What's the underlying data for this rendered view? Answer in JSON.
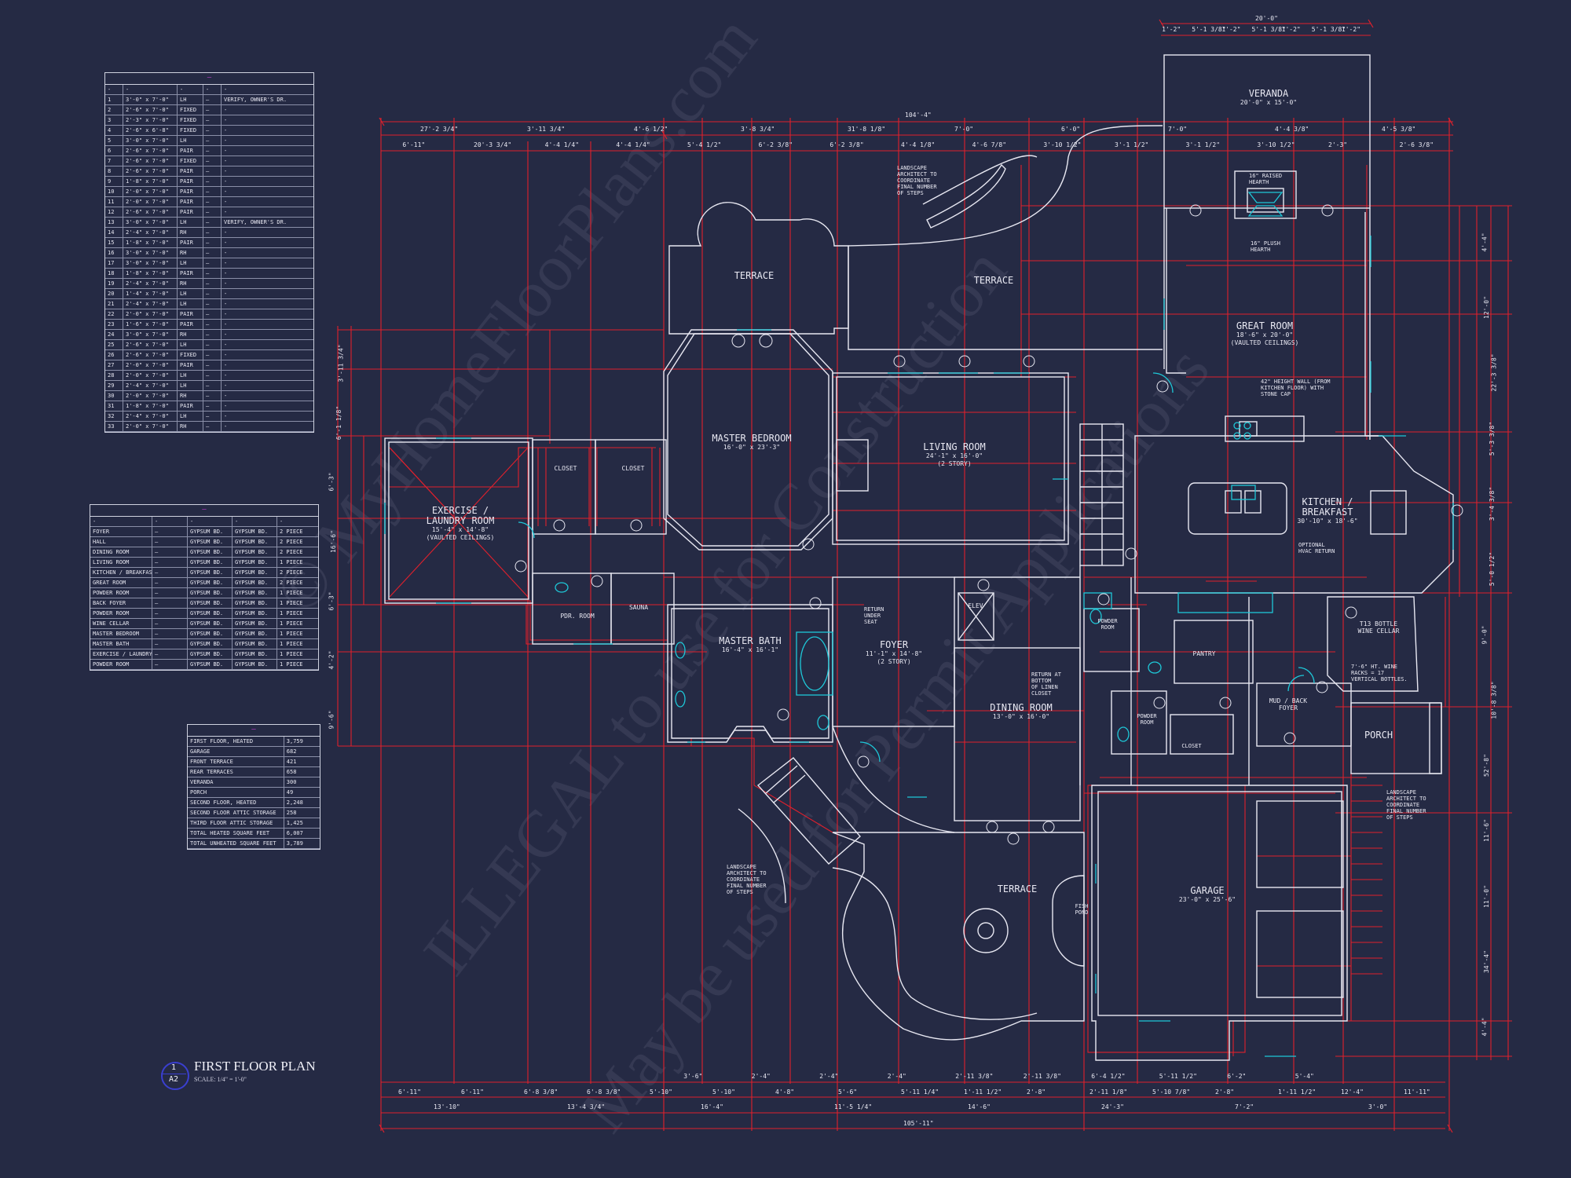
{
  "colors": {
    "background": "#252a44",
    "walls": "#e8e8f2",
    "dimension": "#e0202c",
    "fixtures": "#1ec8d8",
    "title_circle": "#3a3fd0"
  },
  "door_schedule": {
    "title": "—",
    "header": [
      "-",
      "-",
      "-",
      "-",
      "-"
    ],
    "rows": [
      [
        "1",
        "3'-0\" x 7'-0\"",
        "LH",
        "—",
        "VERIFY, OWNER'S DR."
      ],
      [
        "2",
        "2'-6\" x 7'-0\"",
        "FIXED",
        "—",
        "-"
      ],
      [
        "3",
        "2'-3\" x 7'-0\"",
        "FIXED",
        "—",
        "-"
      ],
      [
        "4",
        "2'-6\" x 6'-8\"",
        "FIXED",
        "—",
        "-"
      ],
      [
        "5",
        "3'-0\" x 7'-0\"",
        "LH",
        "—",
        "-"
      ],
      [
        "6",
        "2'-6\" x 7'-0\"",
        "PAIR",
        "—",
        "-"
      ],
      [
        "7",
        "2'-6\" x 7'-0\"",
        "FIXED",
        "—",
        "-"
      ],
      [
        "8",
        "2'-6\" x 7'-0\"",
        "PAIR",
        "—",
        "-"
      ],
      [
        "9",
        "1'-8\" x 7'-0\"",
        "PAIR",
        "—",
        "-"
      ],
      [
        "10",
        "2'-0\" x 7'-0\"",
        "PAIR",
        "—",
        "-"
      ],
      [
        "11",
        "2'-0\" x 7'-0\"",
        "PAIR",
        "—",
        "-"
      ],
      [
        "12",
        "2'-6\" x 7'-0\"",
        "PAIR",
        "—",
        "-"
      ],
      [
        "13",
        "3'-0\" x 7'-0\"",
        "LH",
        "—",
        "VERIFY, OWNER'S DR."
      ],
      [
        "14",
        "2'-4\" x 7'-0\"",
        "RH",
        "—",
        "-"
      ],
      [
        "15",
        "1'-8\" x 7'-0\"",
        "PAIR",
        "—",
        "-"
      ],
      [
        "16",
        "3'-0\" x 7'-0\"",
        "RH",
        "—",
        "-"
      ],
      [
        "17",
        "3'-0\" x 7'-0\"",
        "LH",
        "—",
        "-"
      ],
      [
        "18",
        "1'-8\" x 7'-0\"",
        "PAIR",
        "—",
        "-"
      ],
      [
        "19",
        "2'-4\" x 7'-0\"",
        "RH",
        "—",
        "-"
      ],
      [
        "20",
        "1'-4\" x 7'-0\"",
        "LH",
        "—",
        "-"
      ],
      [
        "21",
        "2'-4\" x 7'-0\"",
        "LH",
        "—",
        "-"
      ],
      [
        "22",
        "2'-0\" x 7'-0\"",
        "PAIR",
        "—",
        "-"
      ],
      [
        "23",
        "1'-6\" x 7'-0\"",
        "PAIR",
        "—",
        "-"
      ],
      [
        "24",
        "3'-0\" x 7'-0\"",
        "RH",
        "—",
        "-"
      ],
      [
        "25",
        "2'-6\" x 7'-0\"",
        "LH",
        "—",
        "-"
      ],
      [
        "26",
        "2'-6\" x 7'-0\"",
        "FIXED",
        "—",
        "-"
      ],
      [
        "27",
        "2'-0\" x 7'-0\"",
        "PAIR",
        "—",
        "-"
      ],
      [
        "28",
        "2'-0\" x 7'-0\"",
        "LH",
        "—",
        "-"
      ],
      [
        "29",
        "2'-4\" x 7'-0\"",
        "LH",
        "—",
        "-"
      ],
      [
        "30",
        "2'-0\" x 7'-0\"",
        "RH",
        "—",
        "-"
      ],
      [
        "31",
        "1'-8\" x 7'-0\"",
        "PAIR",
        "—",
        "-"
      ],
      [
        "32",
        "2'-4\" x 7'-0\"",
        "LH",
        "—",
        "-"
      ],
      [
        "33",
        "2'-0\" x 7'-0\"",
        "RH",
        "—",
        "-"
      ]
    ]
  },
  "room_schedule": {
    "title": "—",
    "header": [
      "-",
      "-",
      "-",
      "-",
      "-"
    ],
    "rows": [
      [
        "FOYER",
        "—",
        "GYPSUM BD.",
        "GYPSUM BD.",
        "2 PIECE"
      ],
      [
        "HALL",
        "—",
        "GYPSUM BD.",
        "GYPSUM BD.",
        "2 PIECE"
      ],
      [
        "DINING ROOM",
        "—",
        "GYPSUM BD.",
        "GYPSUM BD.",
        "2 PIECE"
      ],
      [
        "LIVING ROOM",
        "—",
        "GYPSUM BD.",
        "GYPSUM BD.",
        "1 PIECE"
      ],
      [
        "KITCHEN / BREAKFAST",
        "—",
        "GYPSUM BD.",
        "GYPSUM BD.",
        "2 PIECE"
      ],
      [
        "GREAT ROOM",
        "—",
        "GYPSUM BD.",
        "GYPSUM BD.",
        "2 PIECE"
      ],
      [
        "POWDER ROOM",
        "—",
        "GYPSUM BD.",
        "GYPSUM BD.",
        "1 PIECE"
      ],
      [
        "BACK FOYER",
        "—",
        "GYPSUM BD.",
        "GYPSUM BD.",
        "1 PIECE"
      ],
      [
        "POWDER ROOM",
        "—",
        "GYPSUM BD.",
        "GYPSUM BD.",
        "1 PIECE"
      ],
      [
        "WINE CELLAR",
        "—",
        "GYPSUM BD.",
        "GYPSUM BD.",
        "1 PIECE"
      ],
      [
        "MASTER BEDROOM",
        "—",
        "GYPSUM BD.",
        "GYPSUM BD.",
        "1 PIECE"
      ],
      [
        "MASTER BATH",
        "—",
        "GYPSUM BD.",
        "GYPSUM BD.",
        "1 PIECE"
      ],
      [
        "EXERCISE / LAUNDRY",
        "—",
        "GYPSUM BD.",
        "GYPSUM BD.",
        "1 PIECE"
      ],
      [
        "POWDER ROOM",
        "—",
        "GYPSUM BD.",
        "GYPSUM BD.",
        "1 PIECE"
      ]
    ]
  },
  "area_schedule": {
    "title": "—",
    "rows": [
      [
        "FIRST FLOOR, HEATED",
        "3,759"
      ],
      [
        "GARAGE",
        "682"
      ],
      [
        "FRONT TERRACE",
        "421"
      ],
      [
        "REAR TERRACES",
        "658"
      ],
      [
        "VERANDA",
        "300"
      ],
      [
        "PORCH",
        "49"
      ],
      [
        "SECOND FLOOR, HEATED",
        "2,248"
      ],
      [
        "SECOND FLOOR ATTIC STORAGE",
        "258"
      ],
      [
        "THIRD FLOOR ATTIC STORAGE",
        "1,425"
      ],
      [
        "TOTAL HEATED SQUARE FEET",
        "6,007"
      ],
      [
        "TOTAL UNHEATED SQUARE FEET",
        "3,789"
      ]
    ]
  },
  "rooms": {
    "veranda": {
      "name": "VERANDA",
      "size": "20'-0\" x 15'-0\""
    },
    "terrace_left": {
      "name": "TERRACE"
    },
    "terrace_mid": {
      "name": "TERRACE"
    },
    "great_room": {
      "name": "GREAT ROOM",
      "size": "18'-6\" x 20'-0\"",
      "note": "(VAULTED CEILINGS)"
    },
    "master_bedroom": {
      "name": "MASTER BEDROOM",
      "size": "16'-0\" x 23'-3\""
    },
    "living_room": {
      "name": "LIVING ROOM",
      "size": "24'-1\" x 16'-0\"",
      "note": "(2 STORY)"
    },
    "exercise": {
      "name": "EXERCISE /",
      "name2": "LAUNDRY ROOM",
      "size": "15'-4\" x 14'-8\"",
      "note": "(VAULTED CEILINGS)"
    },
    "closet1": {
      "name": "CLOSET"
    },
    "closet2": {
      "name": "CLOSET"
    },
    "kitchen": {
      "name": "KITCHEN /",
      "name2": "BREAKFAST",
      "size": "30'-10\" x 18'-6\""
    },
    "pdr": {
      "name": "PDR. ROOM"
    },
    "sauna": {
      "name": "SAUNA"
    },
    "master_bath": {
      "name": "MASTER BATH",
      "size": "16'-4\" x 16'-1\""
    },
    "foyer": {
      "name": "FOYER",
      "size": "11'-1\" x 14'-8\"",
      "note": "(2 STORY)"
    },
    "elev": {
      "name": "ELEV"
    },
    "powder1": {
      "name": "POWDER",
      "name2": "ROOM"
    },
    "pantry": {
      "name": "PANTRY"
    },
    "wine": {
      "name": "T13 BOTTLE",
      "name2": "WINE CELLAR"
    },
    "dining": {
      "name": "DINING ROOM",
      "size": "13'-0\" x 16'-0\""
    },
    "powder2": {
      "name": "POWDER",
      "name2": "ROOM"
    },
    "mud": {
      "name": "MUD / BACK",
      "name2": "FOYER"
    },
    "porch": {
      "name": "PORCH"
    },
    "terrace_front": {
      "name": "TERRACE"
    },
    "fish": {
      "name": "FISH",
      "name2": "POND"
    },
    "garage": {
      "name": "GARAGE",
      "size": "23'-0\" x 25'-6\""
    },
    "closet3": {
      "name": "CLOSET"
    }
  },
  "notes": {
    "landscape1": "LANDSCAPE\nARCHITECT TO\nCOORDINATE\nFINAL NUMBER\nOF STEPS",
    "landscape2": "LANDSCAPE\nARCHITECT TO\nCOORDINATE\nFINAL NUMBER\nOF STEPS",
    "landscape3": "LANDSCAPE\nARCHITECT TO\nCOORDINATE\nFINAL NUMBER\nOF STEPS",
    "hearth_raised": "16\" RAISED\nHEARTH",
    "hearth_flush": "16\" PLUSH\nHEARTH",
    "hall_height": "42\" HEIGHT WALL (FROM\nKITCHEN FLOOR) WITH\nSTONE CAP",
    "hvac": "OPTIONAL\nHVAC RETURN",
    "return_seat": "RETURN\nUNDER\nSEAT",
    "linen": "RETURN AT\nBOTTOM\nOF LINEN\nCLOSET",
    "wine_racks": "7'-6\" HT. WINE\nRACKS = 17\nVERTICAL BOTTLES."
  },
  "dimensions": {
    "top_overall": "104'-4\"",
    "bottom_overall": "105'-11\"",
    "veranda_width": "20'-0\"",
    "top_row": [
      "27'-2 3/4\"",
      "3'-11 3/4\"",
      "4'-6 1/2\"",
      "3'-8 3/4\"",
      "31'-8 1/8\"",
      "7'-0\"",
      "6'-0\"",
      "7'-0\"",
      "4'-4 3/8\"",
      "4'-5 3/8\""
    ],
    "top_row2": [
      "6'-11\"",
      "20'-3 3/4\"",
      "4'-4 1/4\"",
      "4'-4 1/4\"",
      "5'-4 1/2\"",
      "6'-2 3/8\"",
      "6'-2 3/8\"",
      "4'-4 1/8\"",
      "4'-6 7/8\"",
      "3'-10 1/2\"",
      "3'-1 1/2\"",
      "3'-1 1/2\"",
      "3'-10 1/2\"",
      "2'-3\"",
      "2'-6 3/8\""
    ],
    "veranda_row": [
      "1'-2\"",
      "5'-1 3/8\"",
      "1'-2\"",
      "5'-1 3/8\"",
      "1'-2\"",
      "5'-1 3/8\"",
      "1'-2\""
    ],
    "bottom_row1": [
      "3'-6\"",
      "2'-4\"",
      "2'-4\"",
      "2'-4\"",
      "2'-11 3/8\"",
      "2'-11 3/8\"",
      "6'-4 1/2\"",
      "5'-11 1/2\"",
      "6'-2\"",
      "5'-4\""
    ],
    "bottom_row2": [
      "6'-11\"",
      "6'-11\"",
      "6'-8 3/8\"",
      "6'-8 3/8\"",
      "5'-10\"",
      "5'-10\"",
      "4'-8\"",
      "5'-6\"",
      "5'-11 1/4\"",
      "1'-11 1/2\"",
      "2'-8\"",
      "2'-11 1/8\"",
      "5'-10 7/8\"",
      "2'-8\"",
      "1'-11 1/2\"",
      "12'-4\"",
      "11'-11\""
    ],
    "bottom_row3": [
      "13'-10\"",
      "13'-4 3/4\"",
      "16'-4\"",
      "11'-5 1/4\"",
      "14'-6\"",
      "24'-3\"",
      "7'-2\"",
      "3'-0\""
    ],
    "left_col": [
      "3'-11 3/4\"",
      "6'-1 1/8\"",
      "6'-3\"",
      "16'-6\"",
      "6'-3\"",
      "4'-2\"",
      "9'-6\""
    ],
    "right_col": [
      "4'-4\"",
      "12'-0\"",
      "22'-3 3/8\"",
      "5'-3 3/8\"",
      "3'-4 3/8\"",
      "5'-0 1/2\"",
      "9'-0\"",
      "10'-8 3/8\"",
      "52'-8\"",
      "11'-6\"",
      "11'-0\"",
      "34'-4\"",
      "4'-4\""
    ]
  },
  "title": {
    "number": "1",
    "sheet": "A2",
    "name": "FIRST FLOOR PLAN",
    "scale": "SCALE: 1/4\" = 1'-0\""
  },
  "watermark": {
    "line1": "© MyHomeFloorPlans.com",
    "line2": "ILLEGAL to use for Construction",
    "line3": "May be used for Permit Applications"
  }
}
